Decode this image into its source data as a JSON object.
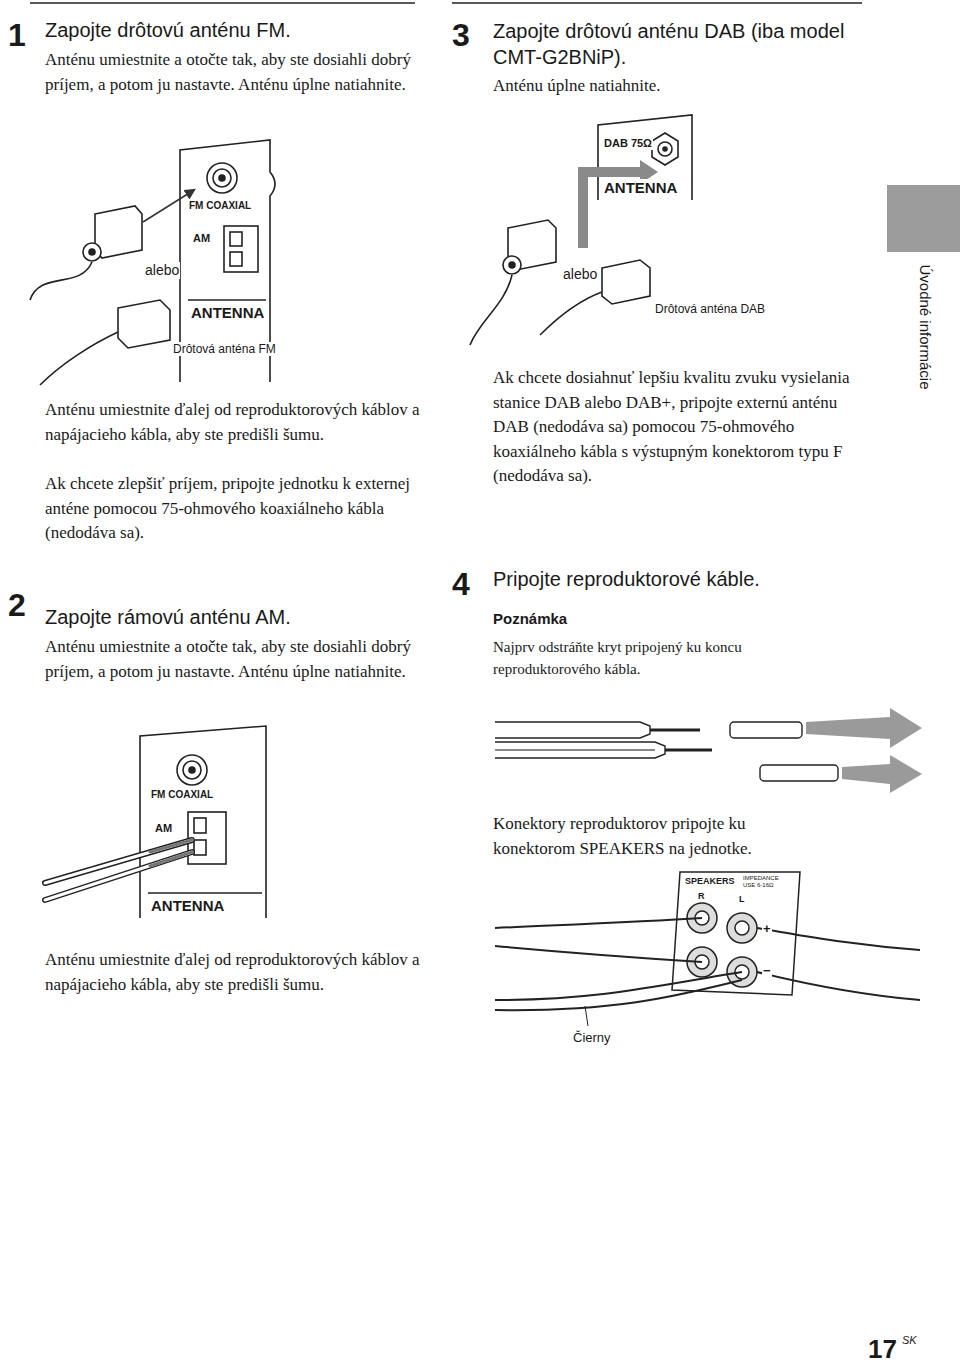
{
  "diagram": {
    "labels": [
      "1",
      "Zapojte drôtovú anténu FM.",
      "Anténu umiestnite a otočte tak, aby ste dosiahli dobrý príjem, a potom ju nastavte. Anténu úplne natiahnite.",
      "FM COAXIAL",
      "AM",
      "alebo",
      "ANTENNA",
      "Drôtová anténa FM",
      "Anténu umiestnite ďalej od reproduktorových káblov a napájacieho kábla, aby ste predišli šumu.",
      "Ak chcete zlepšiť príjem, pripojte jednotku k externej anténe pomocou 75-ohmového koaxiálneho kábla (nedodáva sa).",
      "2",
      "Zapojte rámovú anténu AM.",
      "Anténu umiestnite a otočte tak, aby ste dosiahli dobrý príjem, a potom ju nastavte. Anténu úplne natiahnite.",
      "FM COAXIAL",
      "AM",
      "ANTENNA",
      "Anténu umiestnite ďalej od reproduktorových káblov a napájacieho kábla, aby ste predišli šumu.",
      "3",
      "Zapojte drôtovú anténu DAB (iba model CMT-G2BNiP).",
      "Anténu úplne natiahnite.",
      "DAB 75Ω",
      "ANTENNA",
      "alebo",
      "Drôtová anténa DAB",
      "Ak chcete dosiahnuť lepšiu kvalitu zvuku vysielania stanice DAB alebo DAB+, pripojte externú anténu DAB (nedodáva sa) pomocou 75-ohmového koaxiálneho kábla s výstupným konektorom typu F (nedodáva sa).",
      "4",
      "Pripojte reproduktorové káble.",
      "Poznámka",
      "Najprv odstráňte kryt pripojený ku koncu reproduktorového kábla.",
      "Konektory reproduktorov pripojte ku konektorom SPEAKERS na jednotke.",
      "SPEAKERS",
      "IMPEDANCE USE 6-16Ω",
      "R",
      "L",
      "+",
      "−",
      "Čierny",
      "Úvodné informácie",
      "17",
      "SK"
    ]
  }
}
